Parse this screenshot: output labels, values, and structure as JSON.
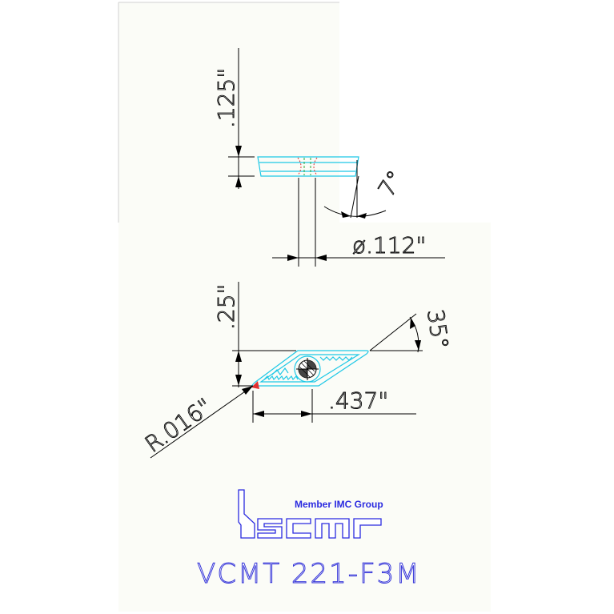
{
  "drawing": {
    "dimensions": {
      "thickness": ".125\"",
      "clearance_angle": "7°",
      "hole_diameter": "ø.112\"",
      "inscribed_height": ".25\"",
      "nose_angle": "35°",
      "length": ".437\"",
      "corner_radius": "R.016\""
    }
  },
  "brand": {
    "tagline": "Member IMC Group",
    "logo_text": "iscar",
    "color": "#2a2ae0"
  },
  "model": {
    "name": "VCMT 221-F3M"
  },
  "colors": {
    "outline": "#1ec8e6",
    "hidden": "#e03030",
    "detail": "#2ea83a",
    "background_panel": "#fbfcf7"
  }
}
